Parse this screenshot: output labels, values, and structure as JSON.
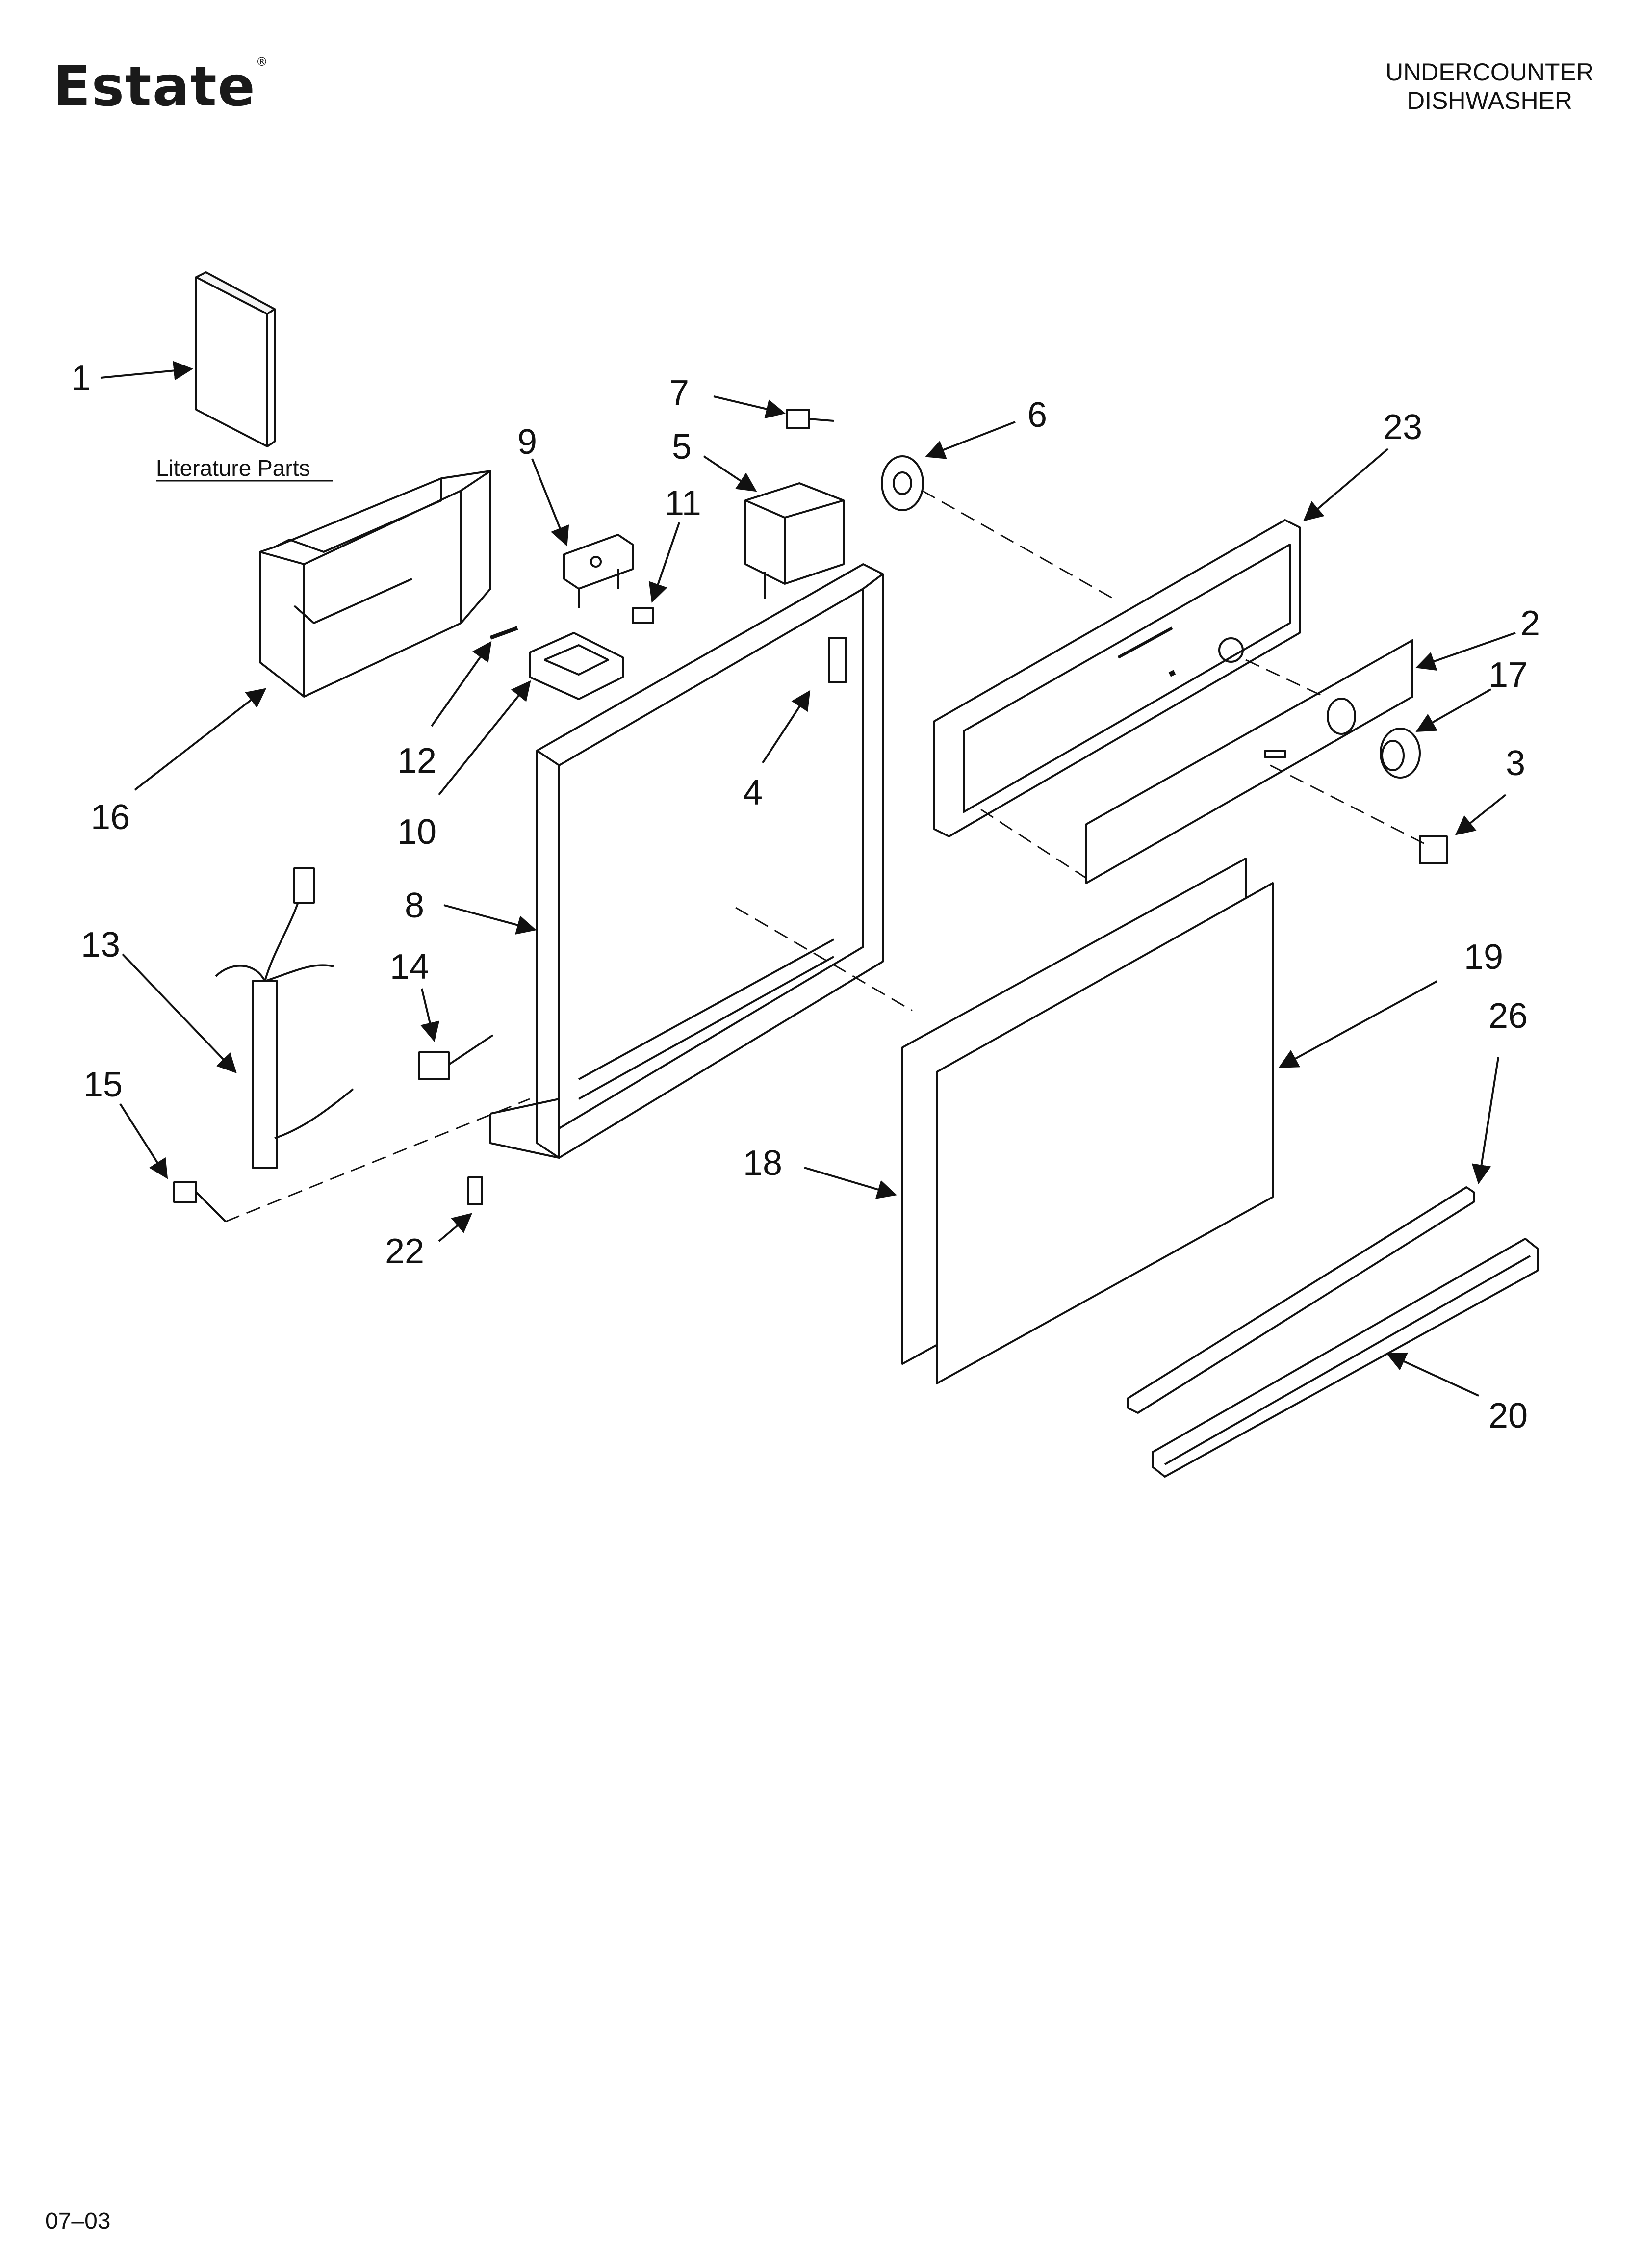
{
  "header": {
    "brand": "Estate",
    "brand_mark": "®",
    "title_line1": "UNDERCOUNTER",
    "title_line2": "DISHWASHER"
  },
  "literature_label": "Literature Parts",
  "part_numbers": {
    "p1": "1",
    "p2": "2",
    "p3": "3",
    "p4": "4",
    "p5": "5",
    "p6": "6",
    "p7": "7",
    "p8": "8",
    "p9": "9",
    "p10": "10",
    "p11": "11",
    "p12": "12",
    "p13": "13",
    "p14": "14",
    "p15": "15",
    "p16": "16",
    "p17": "17",
    "p18": "18",
    "p19": "19",
    "p20": "20",
    "p22": "22",
    "p23": "23",
    "p26": "26"
  },
  "footer": {
    "date_code": "07–03"
  },
  "colors": {
    "line": "#111111",
    "fill_light": "#f4f4f4"
  }
}
